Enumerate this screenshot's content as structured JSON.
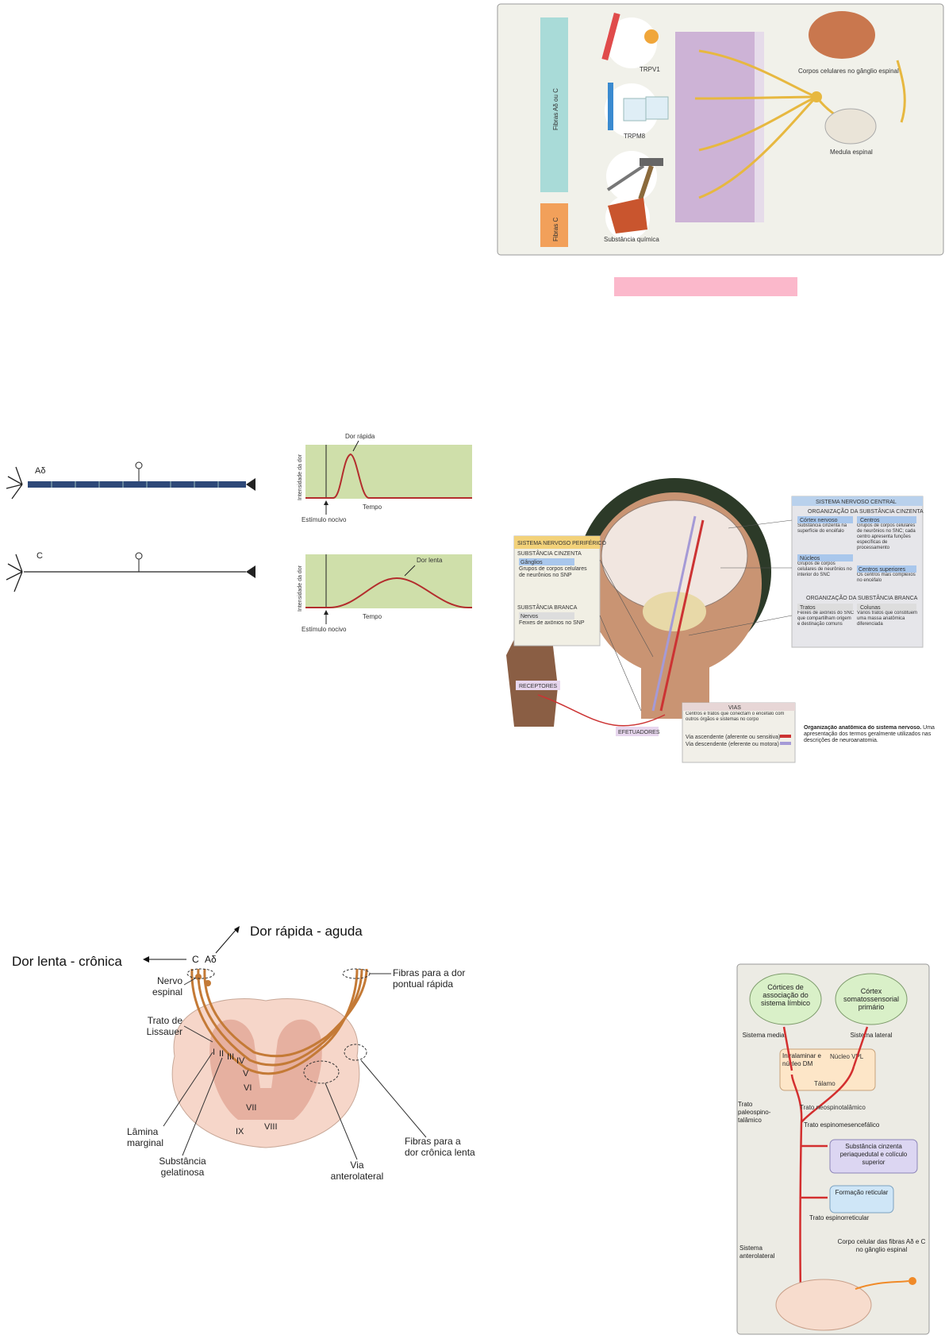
{
  "nociceptor_panel": {
    "fiber_label_top": "Fibras Aδ ou C",
    "fiber_label_bottom": "Fibras C",
    "trpv1": "TRPV1",
    "trpm8": "TRPM8",
    "chemical": "Substância química",
    "cell_bodies": "Corpos celulares no gânglio espinal",
    "spinal_cord": "Medula espinal"
  },
  "fiber_diagram": {
    "fiber_ad": "Aδ",
    "fiber_c": "C"
  },
  "pain_graphs": {
    "top": {
      "peak_label": "Dor rápida",
      "ylabel": "Intensidade da dor",
      "xlabel": "Tempo",
      "stimulus": "Estímulo nocivo"
    },
    "bottom": {
      "peak_label": "Dor lenta",
      "ylabel": "Intensidade da dor",
      "xlabel": "Tempo",
      "stimulus": "Estímulo nocivo"
    }
  },
  "nervous_system": {
    "pns_title": "SISTEMA NERVOSO PERIFÉRICO",
    "pns_gray": "SUBSTÂNCIA CINZENTA",
    "ganglios": "Gânglios",
    "ganglios_desc": "Grupos de corpos celulares de neurônios no SNP",
    "pns_white": "SUBSTÂNCIA BRANCA",
    "nervos": "Nervos",
    "nervos_desc": "Feixes de axônios no SNP",
    "receptores": "RECEPTORES",
    "efetuadores": "EFETUADORES",
    "cns_title": "SISTEMA NERVOSO CENTRAL",
    "cns_gray": "ORGANIZAÇÃO DA SUBSTÂNCIA CINZENTA",
    "cortex": "Córtex nervoso",
    "cortex_desc": "Substância cinzenta na superfície do encéfalo",
    "centros": "Centros",
    "centros_desc": "Grupos de corpos celulares de neurônios no SNC; cada centro apresenta funções específicas de processamento",
    "nucleos": "Núcleos",
    "nucleos_desc": "Grupos de corpos celulares de neurônios no interior do SNC",
    "centros_sup": "Centros superiores",
    "centros_sup_desc": "Os centros mais complexos no encéfalo",
    "cns_white": "ORGANIZAÇÃO DA SUBSTÂNCIA BRANCA",
    "tratos": "Tratos",
    "tratos_desc": "Feixes de axônios do SNC que compartilham origem e destinação comuns",
    "colunas": "Colunas",
    "colunas_desc": "Vários tratos que constituem uma massa anatômica diferenciada",
    "vias_title": "VIAS",
    "vias_desc": "Centros e tratos que conectam o encéfalo com outros órgãos e sistemas no corpo",
    "via_asc": "Via ascendente (aferente ou sensitiva)",
    "via_desc": "Via descendente (eferente ou motora)",
    "caption_title": "Organização anatômica do sistema nervoso.",
    "caption_text": "Uma apresentação dos termos geralmente utilizados nas descrições de neuroanatomia."
  },
  "spinal_section": {
    "dor_rapida": "Dor rápida - aguda",
    "dor_lenta": "Dor lenta - crônica",
    "c": "C",
    "ad": "Aδ",
    "nervo_espinal": "Nervo espinal",
    "trato_lissauer": "Trato de Lissauer",
    "lamina_marginal": "Lâmina marginal",
    "substancia_gelatinosa": "Substância gelatinosa",
    "fibras_rapida": "Fibras para a dor pontual rápida",
    "via_anterolateral": "Via anterolateral",
    "fibras_lenta": "Fibras para a dor crônica lenta",
    "laminae": [
      "I",
      "II",
      "III",
      "IV",
      "V",
      "VI",
      "VII",
      "VIII",
      "IX"
    ]
  },
  "pathway": {
    "limbic": "Córtices de associação do sistema límbico",
    "somato": "Córtex somatossensorial primário",
    "medial": "Sistema medial",
    "lateral": "Sistema lateral",
    "intralaminar": "Intralaminar e núcleo DM",
    "vpl": "Núcleo VPL",
    "talamo": "Tálamo",
    "neo": "Trato neospinotalâmico",
    "paleo": "Trato paleospino-talâmico",
    "mesen": "Trato espinomesencefálico",
    "pag": "Substância cinzenta periaquedutal e colículo superior",
    "reticular": "Formação reticular",
    "espinorreticular": "Trato espinorreticular",
    "anterolateral": "Sistema anterolateral",
    "cell_body": "Corpo celular das fibras Aδ e C no gânglio espinal"
  }
}
